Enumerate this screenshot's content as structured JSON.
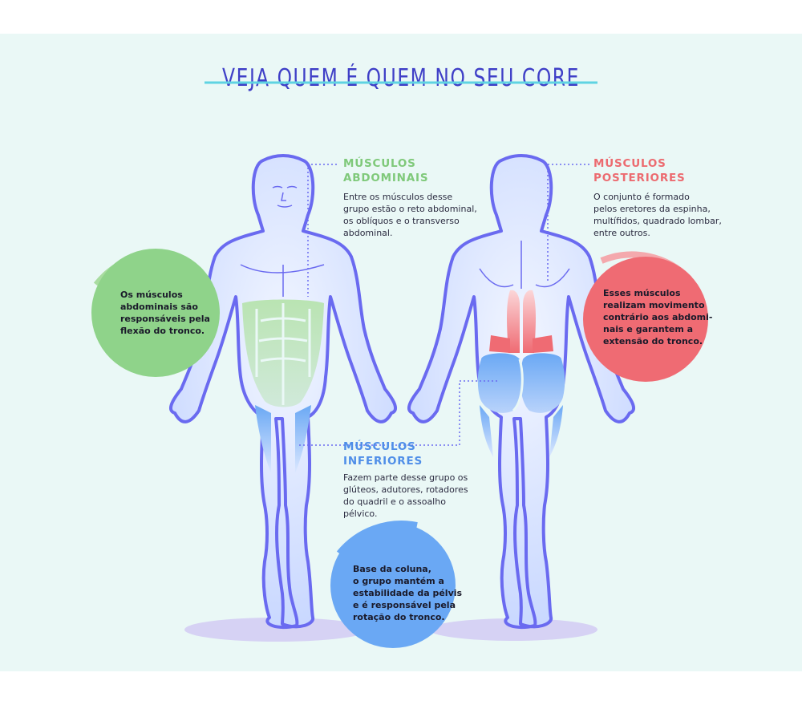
{
  "title": "VEJA QUEM É QUEM NO SEU CORE",
  "colors": {
    "background": "#eaf8f6",
    "title": "#3f3fc7",
    "body_outline": "#6a6af0",
    "body_fill": "#d9e6ff",
    "abdominal": "#8fd38a",
    "posterior": "#ef6b73",
    "inferior": "#6aa8f4",
    "leader_line": "#6a6af0"
  },
  "abdominal": {
    "heading_line1": "MÚSCULOS",
    "heading_line2": "ABDOMINAIS",
    "description": [
      "Entre os músculos desse",
      "grupo estão o reto abdominal,",
      "os oblíquos e o transverso",
      "abdominal."
    ],
    "bubble": [
      "Os músculos",
      "abdominais são",
      "responsáveis pela",
      "flexão do tronco."
    ]
  },
  "posterior": {
    "heading_line1": "MÚSCULOS",
    "heading_line2": "POSTERIORES",
    "description": [
      "O conjunto é formado",
      "pelos eretores da espinha,",
      "multífidos, quadrado lombar,",
      "entre outros."
    ],
    "bubble": [
      "Esses músculos",
      "realizam movimento",
      "contrário aos abdomi-",
      "nais e garantem a",
      "extensão do tronco."
    ]
  },
  "inferior": {
    "heading_line1": "MÚSCULOS",
    "heading_line2": "INFERIORES",
    "description": [
      "Fazem parte desse grupo os",
      "glúteos, adutores, rotadores",
      "do quadril e o assoalho",
      "pélvico."
    ],
    "bubble": [
      "Base da coluna,",
      "o grupo mantém a",
      "estabilidade da pélvis",
      "e é responsável pela",
      "rotação do tronco."
    ]
  }
}
